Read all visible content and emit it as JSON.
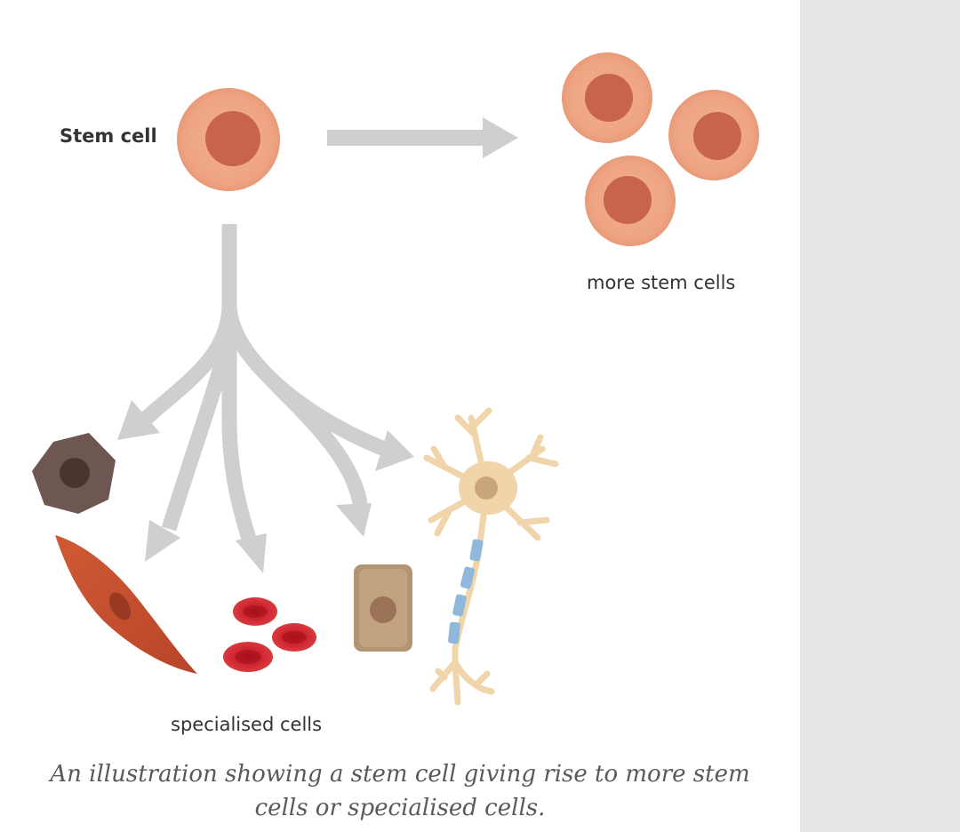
{
  "diagram": {
    "stem_cell_label": "Stem cell",
    "more_stem_cells_label": "more stem cells",
    "specialised_cells_label": "specialised cells"
  },
  "caption": "An illustration showing a stem cell giving rise to more stem cells or specialised cells.",
  "colors": {
    "stem_cell_outer": "#eea482",
    "stem_cell_inner": "#c8644a",
    "arrow": "#cfcfcf",
    "sidebar": "#e6e6e6",
    "caption_text": "#5a5a5a",
    "label_text": "#333333"
  }
}
